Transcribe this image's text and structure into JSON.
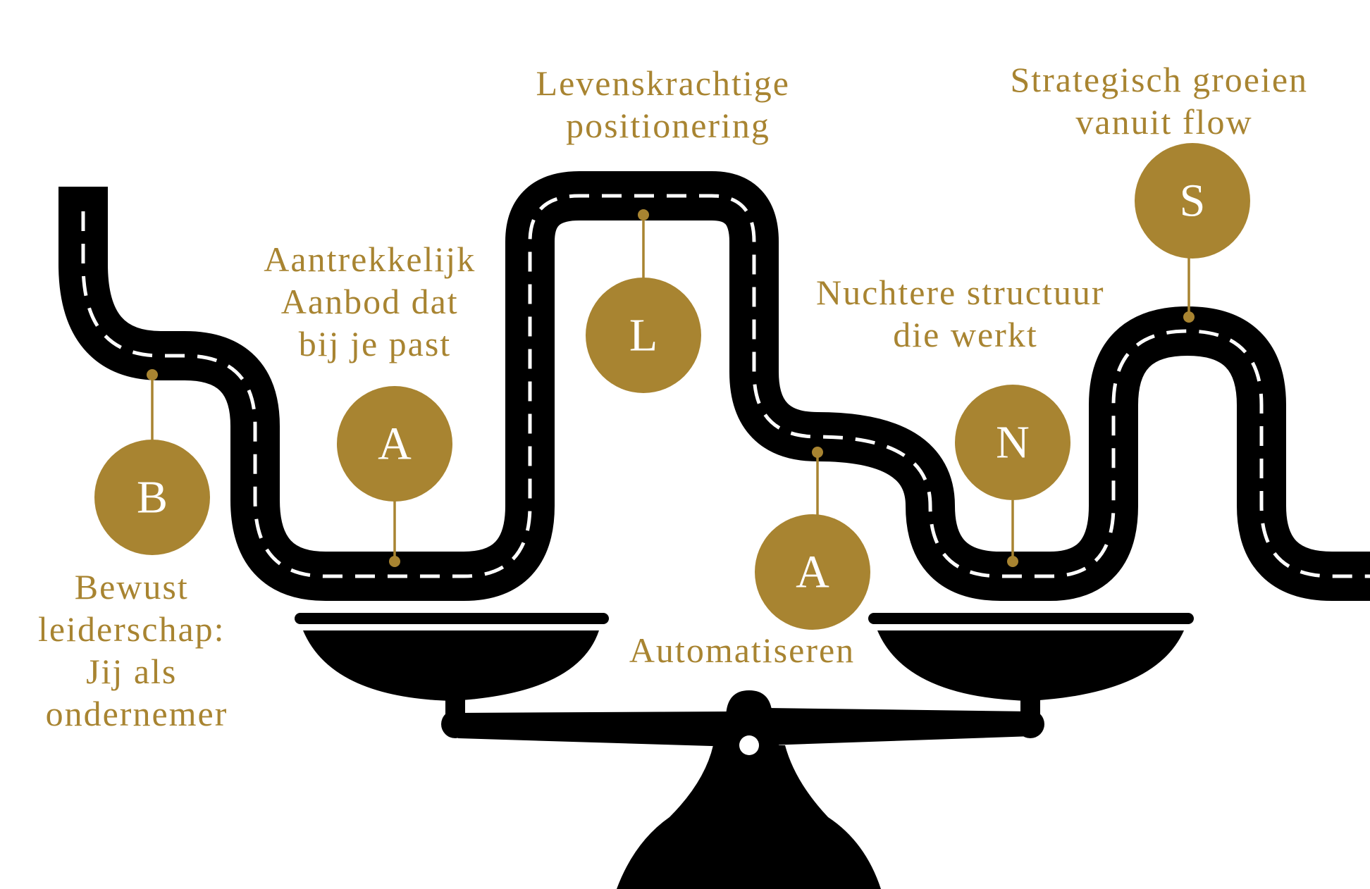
{
  "colors": {
    "gold": "#a88431",
    "road": "#000000",
    "dash": "#ffffff",
    "background": "#ffffff"
  },
  "steps": [
    {
      "letter": "B",
      "label_lines": [
        "Bewust",
        "leiderschap:",
        "Jij als",
        "ondernemer"
      ]
    },
    {
      "letter": "A",
      "label_lines": [
        "Aantrekkelijk",
        "Aanbod dat",
        "bij je past"
      ]
    },
    {
      "letter": "L",
      "label_lines": [
        "Levenskrachtige",
        "positionering"
      ]
    },
    {
      "letter": "A",
      "label_lines": [
        "Automatiseren"
      ]
    },
    {
      "letter": "N",
      "label_lines": [
        "Nuchtere structuur",
        "die werkt"
      ]
    },
    {
      "letter": "S",
      "label_lines": [
        "Strategisch groeien",
        "vanuit flow"
      ]
    }
  ],
  "icons": {
    "road": "winding-road-icon",
    "balance": "balance-scale-icon"
  }
}
